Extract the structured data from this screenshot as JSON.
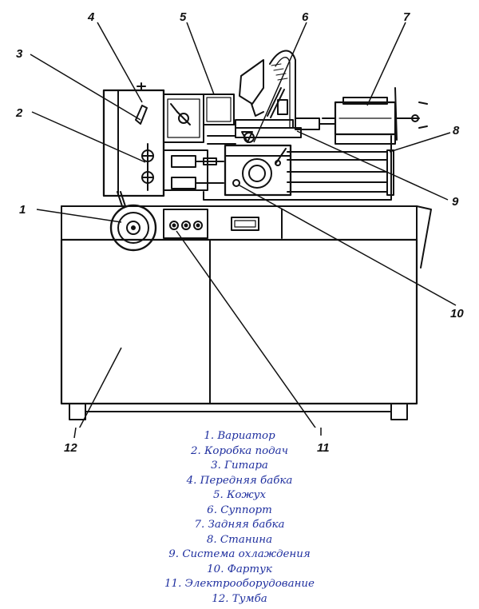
{
  "callouts": [
    {
      "number": "1"
    },
    {
      "number": "2"
    },
    {
      "number": "3"
    },
    {
      "number": "4"
    },
    {
      "number": "5"
    },
    {
      "number": "6"
    },
    {
      "number": "7"
    },
    {
      "number": "8"
    },
    {
      "number": "9"
    },
    {
      "number": "10"
    },
    {
      "number": "11"
    },
    {
      "number": "12"
    }
  ],
  "legend": [
    "1. Вариатор",
    "2. Коробка подач",
    "3. Гитара",
    "4. Передняя бабка",
    "5. Кожух",
    "6. Суппорт",
    "7. Задняя бабка",
    "8. Станина",
    "9. Система охлаждения",
    "10. Фартук",
    "11. Электрооборудование",
    "12. Тумба"
  ],
  "colors": {
    "line": "#111111",
    "legend_text": "#1f2f9f"
  }
}
